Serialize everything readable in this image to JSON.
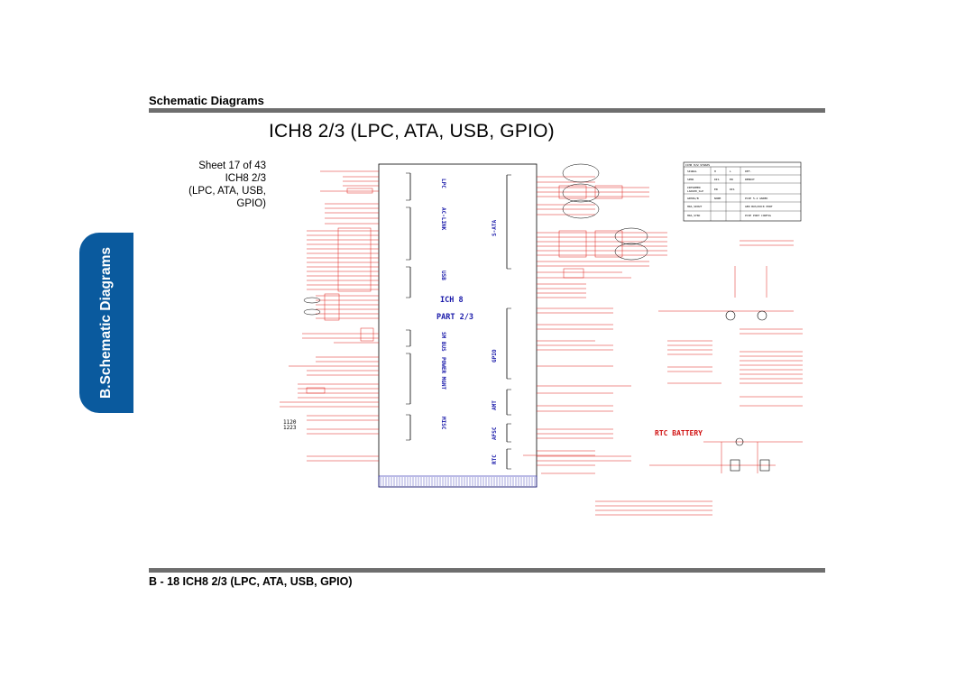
{
  "header": {
    "section_title": "Schematic  Diagrams",
    "page_title": "ICH8 2/3 (LPC, ATA, USB, GPIO)"
  },
  "sheet": {
    "line1": "Sheet 17 of 43",
    "line2": "ICH8 2/3",
    "line3": "(LPC, ATA, USB,",
    "line4": "GPIO)"
  },
  "side_tab": {
    "label": "B.Schematic Diagrams",
    "color": "#0a5a9e"
  },
  "footer": {
    "caption": "B - 18  ICH8 2/3 (LPC, ATA, USB, GPIO)"
  },
  "schematic": {
    "chip_name": "ICH 8",
    "chip_part": "PART 2/3",
    "left_sections": [
      "LPC",
      "AC-LINK",
      "USB",
      "SM BUS",
      "POWER MGNT",
      "MISC"
    ],
    "right_sections": [
      "S-ATA",
      "GPIO",
      "AMT",
      "AFSC",
      "RTC"
    ],
    "rtc_label": "RTC BATTERY",
    "strap_table_title": "ICH8 H/W STRAPS",
    "strap_table_rows": [
      [
        "SIGNAL",
        "H",
        "L",
        "DEF."
      ],
      [
        "SPKR",
        "DIS",
        "EN",
        "REBOOT"
      ],
      [
        "INTVRMEN LAN100_SLP",
        "EN",
        "DIS",
        ""
      ],
      [
        "GNT#A/B",
        "NORM",
        "",
        "PCIE 5-2 GNDED"
      ],
      [
        "HDA_SDOUT",
        "",
        "",
        "GEN BUS/DOCK PORT"
      ],
      [
        "HDA_SYNC",
        "",
        "",
        "PCIE PORT CONFIG"
      ]
    ],
    "margin_labels": [
      "1120",
      "1223"
    ],
    "colors": {
      "wire": "#e0201a",
      "bus": "#1a1aaa",
      "text": "#000000",
      "rtc": "#d01010"
    }
  }
}
